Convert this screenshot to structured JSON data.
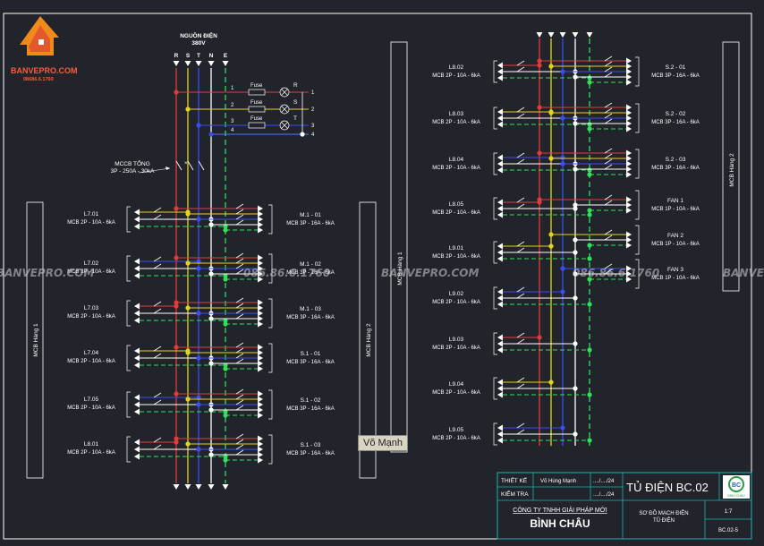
{
  "logo": {
    "brand": "BANVEPRO.COM",
    "phone": "08686.6.1760"
  },
  "source": {
    "title": "NGUỒN ĐIỆN",
    "voltage": "380V",
    "phases": [
      "R",
      "S",
      "T",
      "N",
      "E"
    ]
  },
  "fuses": [
    {
      "num": "1",
      "label": "Fuse",
      "lamp": "R",
      "end": "1"
    },
    {
      "num": "2",
      "label": "Fuse",
      "lamp": "S",
      "end": "2"
    },
    {
      "num": "3",
      "label": "Fuse",
      "lamp": "T",
      "end": "3"
    },
    {
      "num": "4",
      "label": "",
      "lamp": "",
      "end": "4"
    }
  ],
  "main_breaker": {
    "title": "MCCB TỔNG",
    "spec": "3P - 250A - 30kA"
  },
  "panel1": {
    "left_label": "MCB Hàng 1",
    "right_label": "MCB Hàng 2",
    "left": [
      {
        "name": "L7.01",
        "spec": "MCB 2P - 10A - 6kA"
      },
      {
        "name": "L7.02",
        "spec": "MCB 2P - 10A - 6kA"
      },
      {
        "name": "L7.03",
        "spec": "MCB 2P - 10A - 6kA"
      },
      {
        "name": "L7.04",
        "spec": "MCB 2P - 10A - 6kA"
      },
      {
        "name": "L7.05",
        "spec": "MCB 2P - 10A - 6kA"
      },
      {
        "name": "L8.01",
        "spec": "MCB 2P - 10A - 6kA"
      }
    ],
    "right": [
      {
        "name": "M.1 - 01",
        "spec": "MCB 3P - 16A - 6kA"
      },
      {
        "name": "M.1 - 02",
        "spec": "MCB 3P - 16A - 6kA"
      },
      {
        "name": "M.1 - 03",
        "spec": "MCB 3P - 16A - 6kA"
      },
      {
        "name": "S.1 - 01",
        "spec": "MCB 3P - 16A - 6kA"
      },
      {
        "name": "S.1 - 02",
        "spec": "MCB 3P - 16A - 6kA"
      },
      {
        "name": "S.1 - 03",
        "spec": "MCB 3P - 16A - 6kA"
      }
    ]
  },
  "panel2": {
    "left_label": "MCB Hàng 1",
    "right_label": "MCB Hàng 2",
    "left": [
      {
        "name": "L8.02",
        "spec": "MCB 2P - 10A - 6kA"
      },
      {
        "name": "L8.03",
        "spec": "MCB 2P - 10A - 6kA"
      },
      {
        "name": "L8.04",
        "spec": "MCB 2P - 10A - 6kA"
      },
      {
        "name": "L8.05",
        "spec": "MCB 2P - 10A - 6kA"
      },
      {
        "name": "L9.01",
        "spec": "MCB 2P - 10A - 6kA"
      },
      {
        "name": "L9.02",
        "spec": "MCB 2P - 10A - 6kA"
      },
      {
        "name": "L9.03",
        "spec": "MCB 2P - 10A - 6kA"
      },
      {
        "name": "L9.04",
        "spec": "MCB 2P - 10A - 6kA"
      },
      {
        "name": "L9.05",
        "spec": "MCB 2P - 10A - 6kA"
      }
    ],
    "right": [
      {
        "name": "S.2 - 01",
        "spec": "MCB 3P - 16A - 6kA"
      },
      {
        "name": "S.2 - 02",
        "spec": "MCB 3P - 16A - 6kA"
      },
      {
        "name": "S.2 - 03",
        "spec": "MCB 3P - 16A - 6kA"
      },
      {
        "name": "FAN 1",
        "spec": "MCB 1P - 10A - 6kA"
      },
      {
        "name": "FAN 2",
        "spec": "MCB 1P - 10A - 6kA"
      },
      {
        "name": "FAN 3",
        "spec": "MCB 1P - 10A - 6kA"
      }
    ]
  },
  "watermark": {
    "brand": "BANVEPRO.COM",
    "phone": "086.86.6.1760"
  },
  "author_tag": "Võ Mạnh",
  "title_block": {
    "designed_label": "THIẾT KẾ",
    "designed_by": "Võ Hùng Mạnh",
    "designed_date": "..../..../24",
    "checked_label": "KIỂM TRA",
    "checked_by": "",
    "checked_date": "..../..../24",
    "company": "CÔNG TY TNHH GIẢI PHÁP MỚI",
    "company_name": "BÌNH CHÂU",
    "drawing_title": "TỦ ĐIỆN BC.02",
    "sheet_title_1": "SƠ ĐỒ MẠCH ĐIỆN",
    "sheet_title_2": "TỦ ĐIỆN",
    "scale": "1:7",
    "code": "BC.02-5",
    "logo_text": "BÌNH CHÂU"
  },
  "colors": {
    "R": "#e23b3b",
    "S": "#e6d21e",
    "T": "#3a4ef0",
    "N": "#ffffff",
    "E": "#33e05a",
    "frame": "#ffffff",
    "accent": "#19b3b3"
  }
}
